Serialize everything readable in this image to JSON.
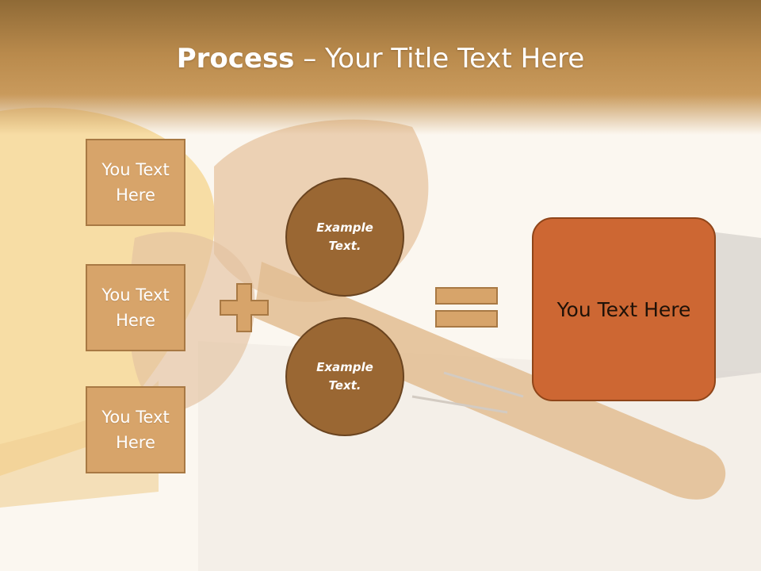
{
  "slide": {
    "title_bold": "Process",
    "title_rest": " – Your Title Text Here"
  },
  "left_boxes": [
    {
      "text": "You Text Here"
    },
    {
      "text": "You Text Here"
    },
    {
      "text": "You Text Here"
    }
  ],
  "circles": [
    {
      "text": "Example Text."
    },
    {
      "text": "Example Text."
    }
  ],
  "result_box": {
    "text": "You Text Here"
  },
  "icons": {
    "plus": "plus-icon",
    "equals": "equals-icon"
  },
  "colors": {
    "box_fill": "#d7a46a",
    "circle_fill": "#9a6733",
    "result_fill": "#cd6733",
    "title_band": "#b98a4c"
  }
}
